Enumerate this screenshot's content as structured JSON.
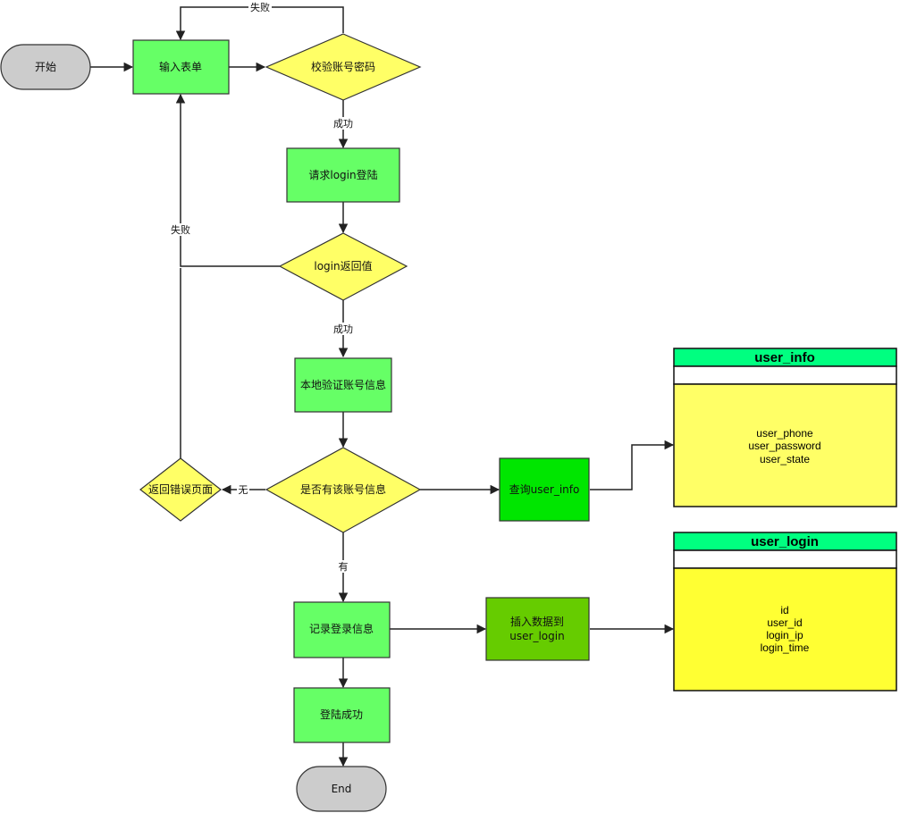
{
  "nodes": {
    "start": "开始",
    "input_form": "输入表单",
    "validate": "校验账号密码",
    "request_login": "请求login登陆",
    "login_return": "login返回值",
    "local_verify": "本地验证账号信息",
    "has_account": "是否有该账号信息",
    "error_page": "返回错误页面",
    "query_user_info": "查询user_info",
    "record_login": "记录登录信息",
    "insert_data_line1": "插入数据到",
    "insert_data_line2": "user_login",
    "login_success": "登陆成功",
    "end": "End"
  },
  "edge_labels": {
    "validate_fail": "失败",
    "validate_success": "成功",
    "login_fail": "失败",
    "login_success": "成功",
    "no_account": "无",
    "has_account": "有"
  },
  "tables": {
    "user_info": {
      "title": "user_info",
      "fields": [
        "user_phone",
        "user_password",
        "user_state"
      ]
    },
    "user_login": {
      "title": "user_login",
      "fields": [
        "id",
        "user_id",
        "login_ip",
        "login_time"
      ]
    }
  },
  "colors": {
    "process_green": "#66ff66",
    "query_green": "#00e600",
    "insert_green": "#66cc00",
    "decision_yellow": "#ffff66",
    "terminal_gray": "#cccccc",
    "table_header": "#00ff80",
    "table_body": "#ffff66",
    "table_body_alt": "#ffff33"
  }
}
